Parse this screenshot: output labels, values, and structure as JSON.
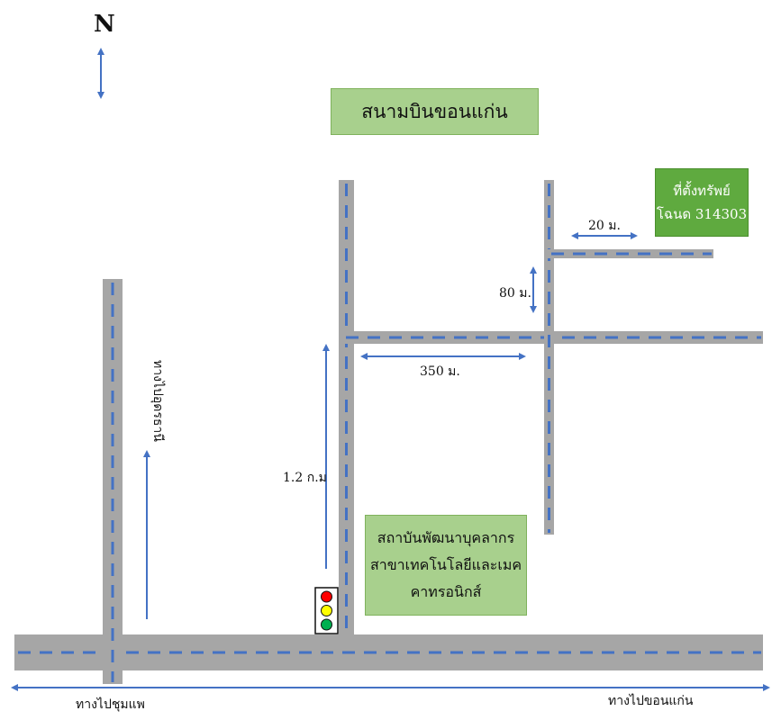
{
  "north_label": "N",
  "airport_label": "สนามบินขอนแก่น",
  "property": {
    "line1": "ที่ตั้งทรัพย์",
    "line2": "โฉนด 314303"
  },
  "institute": {
    "line1": "สถาบันพัฒนาบุคลากร",
    "line2": "สาขาเทคโนโลยีและเมค",
    "line3": "คาทรอนิกส์"
  },
  "distances": {
    "d20": "20 ม.",
    "d80": "80 ม.",
    "d350": "350 ม.",
    "d1200": "1.2 ก.ม"
  },
  "directions": {
    "west": "ทางไปชุมแพ",
    "east": "ทางไปขอนแก่น",
    "north_road": "ทางไปอุดรธานี"
  },
  "colors": {
    "road": "#a6a6a6",
    "dash": "#4472c4",
    "arrow": "#4472c4",
    "box_light": "#a8d08d",
    "box_dark": "#5faa3f"
  },
  "traffic_light": {
    "lights": [
      "red",
      "yellow",
      "green"
    ]
  }
}
